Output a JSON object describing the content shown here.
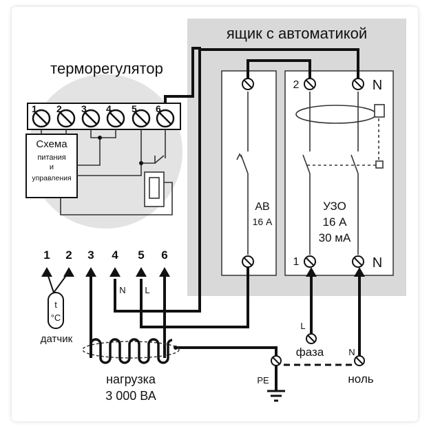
{
  "box_title": "ящик с автоматикой",
  "thermostat_title": "терморегулятор",
  "thermostat_terminals": [
    "1",
    "2",
    "3",
    "4",
    "5",
    "6"
  ],
  "control_block": {
    "line1": "Схема",
    "line2": "питания",
    "line3": "и",
    "line4": "управления"
  },
  "breaker": {
    "name": "АВ",
    "rating": "16 А"
  },
  "rcd": {
    "name": "УЗО",
    "rating": "16 А",
    "leakage": "30 мА",
    "top_left": "2",
    "top_right": "N",
    "bottom_left": "1",
    "bottom_right": "N"
  },
  "wire_numbers": [
    "1",
    "2",
    "3",
    "4",
    "5",
    "6"
  ],
  "wire_n": "N",
  "wire_l": "L",
  "sensor": {
    "t_line1": "t",
    "t_line2": "°C",
    "label": "датчик"
  },
  "load": {
    "line1": "нагрузка",
    "line2": "3 000 ВА"
  },
  "phase": {
    "letter": "L",
    "label": "фаза"
  },
  "neutral": {
    "letter": "N",
    "label": "ноль"
  },
  "pe_label": "PE",
  "colors": {
    "box_bg": "#d9d9d9",
    "circle_bg": "#e3e3e3",
    "line": "#111111"
  }
}
